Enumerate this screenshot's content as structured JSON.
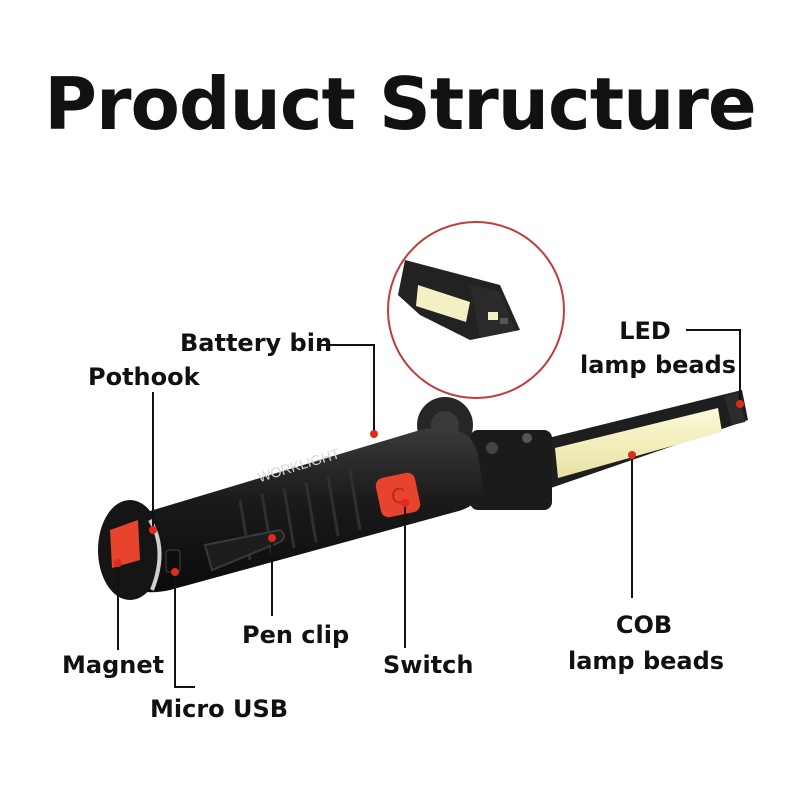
{
  "title": "Product Structure",
  "product": {
    "body_text": "WORKLIGHT",
    "colors": {
      "body": "#1c1c1c",
      "accent": "#e8432c",
      "cob": "#f4f0c6",
      "leader": "#111111",
      "dot": "#e02a1c",
      "inset_circle": "#c23b3b"
    }
  },
  "labels": {
    "battery_bin": "Battery bin",
    "pothook": "Pothook",
    "led_line1": "LED",
    "led_line2": "lamp beads",
    "pen_clip": "Pen clip",
    "switch": "Switch",
    "magnet": "Magnet",
    "micro_usb": "Micro USB",
    "cob_line1": "COB",
    "cob_line2": "lamp beads"
  }
}
